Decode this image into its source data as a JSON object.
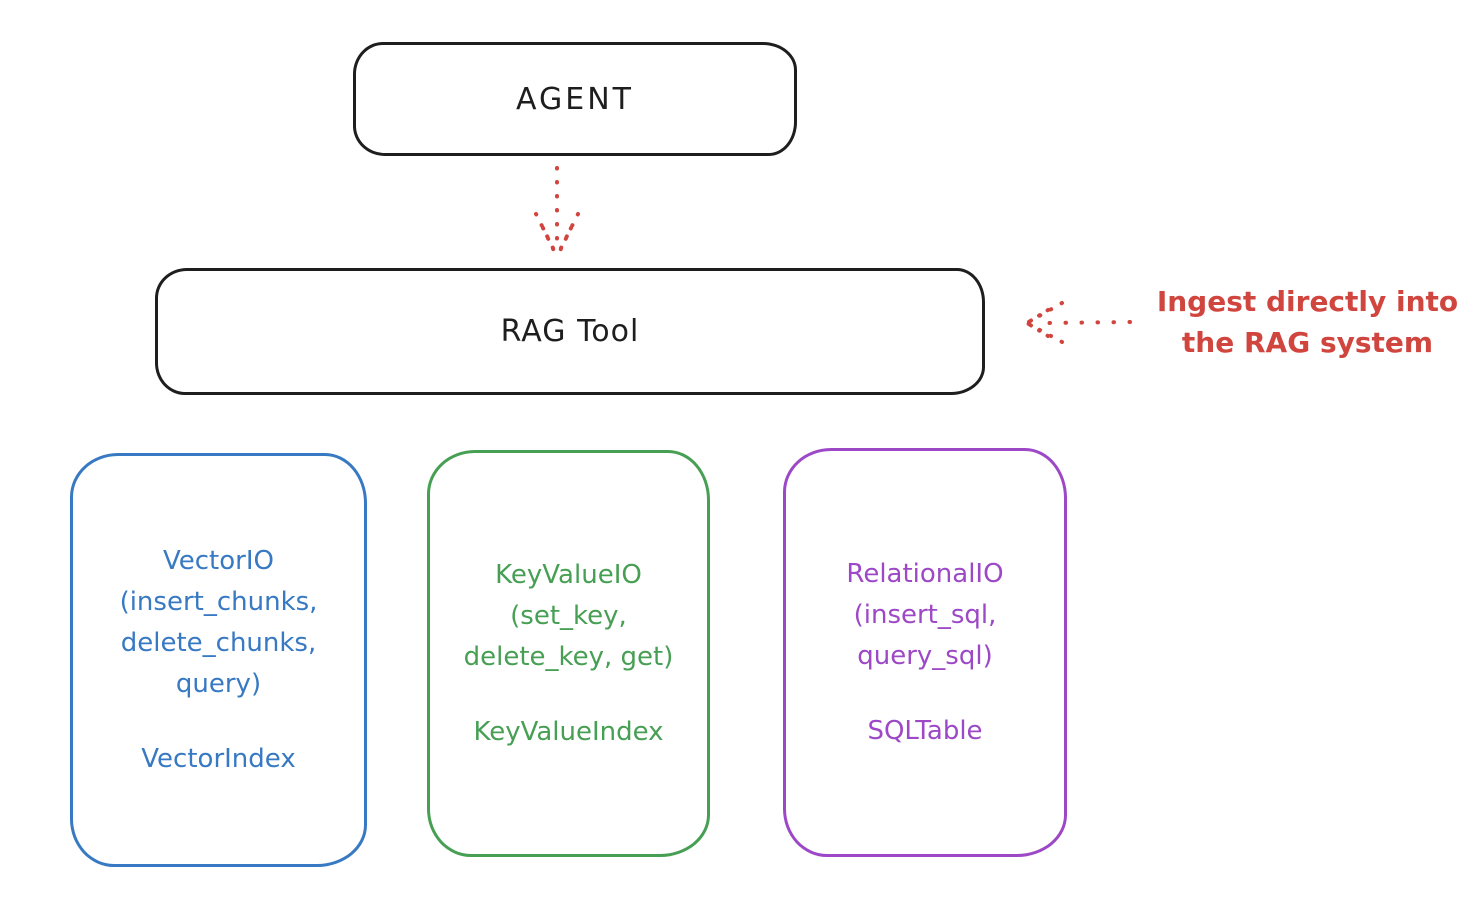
{
  "colors": {
    "background": "#ffffff",
    "black": "#1e1e1e",
    "red": "#d1453f",
    "blue": "#3779c2",
    "green": "#479f54",
    "purple": "#9d48c6"
  },
  "diagram": {
    "agent": {
      "label": "AGENT"
    },
    "rag_tool": {
      "label": "RAG Tool"
    },
    "annotation": {
      "line1": "Ingest directly into",
      "line2": "the RAG system"
    },
    "arrows": [
      {
        "name": "agent-to-rag",
        "style": "dotted",
        "color": "#d1453f",
        "direction": "down"
      },
      {
        "name": "ingest-into-rag",
        "style": "dotted",
        "color": "#d1453f",
        "direction": "left"
      }
    ],
    "modules": [
      {
        "id": "vector-io",
        "color": "#3779c2",
        "lines": [
          "VectorIO",
          "(insert_chunks,",
          "delete_chunks,",
          "query)"
        ],
        "index": "VectorIndex"
      },
      {
        "id": "keyvalue-io",
        "color": "#479f54",
        "lines": [
          "KeyValueIO",
          "(set_key,",
          "delete_key, get)"
        ],
        "index": "KeyValueIndex"
      },
      {
        "id": "relational-io",
        "color": "#9d48c6",
        "lines": [
          "RelationalIO",
          "(insert_sql,",
          "query_sql)"
        ],
        "index": "SQLTable"
      }
    ]
  }
}
